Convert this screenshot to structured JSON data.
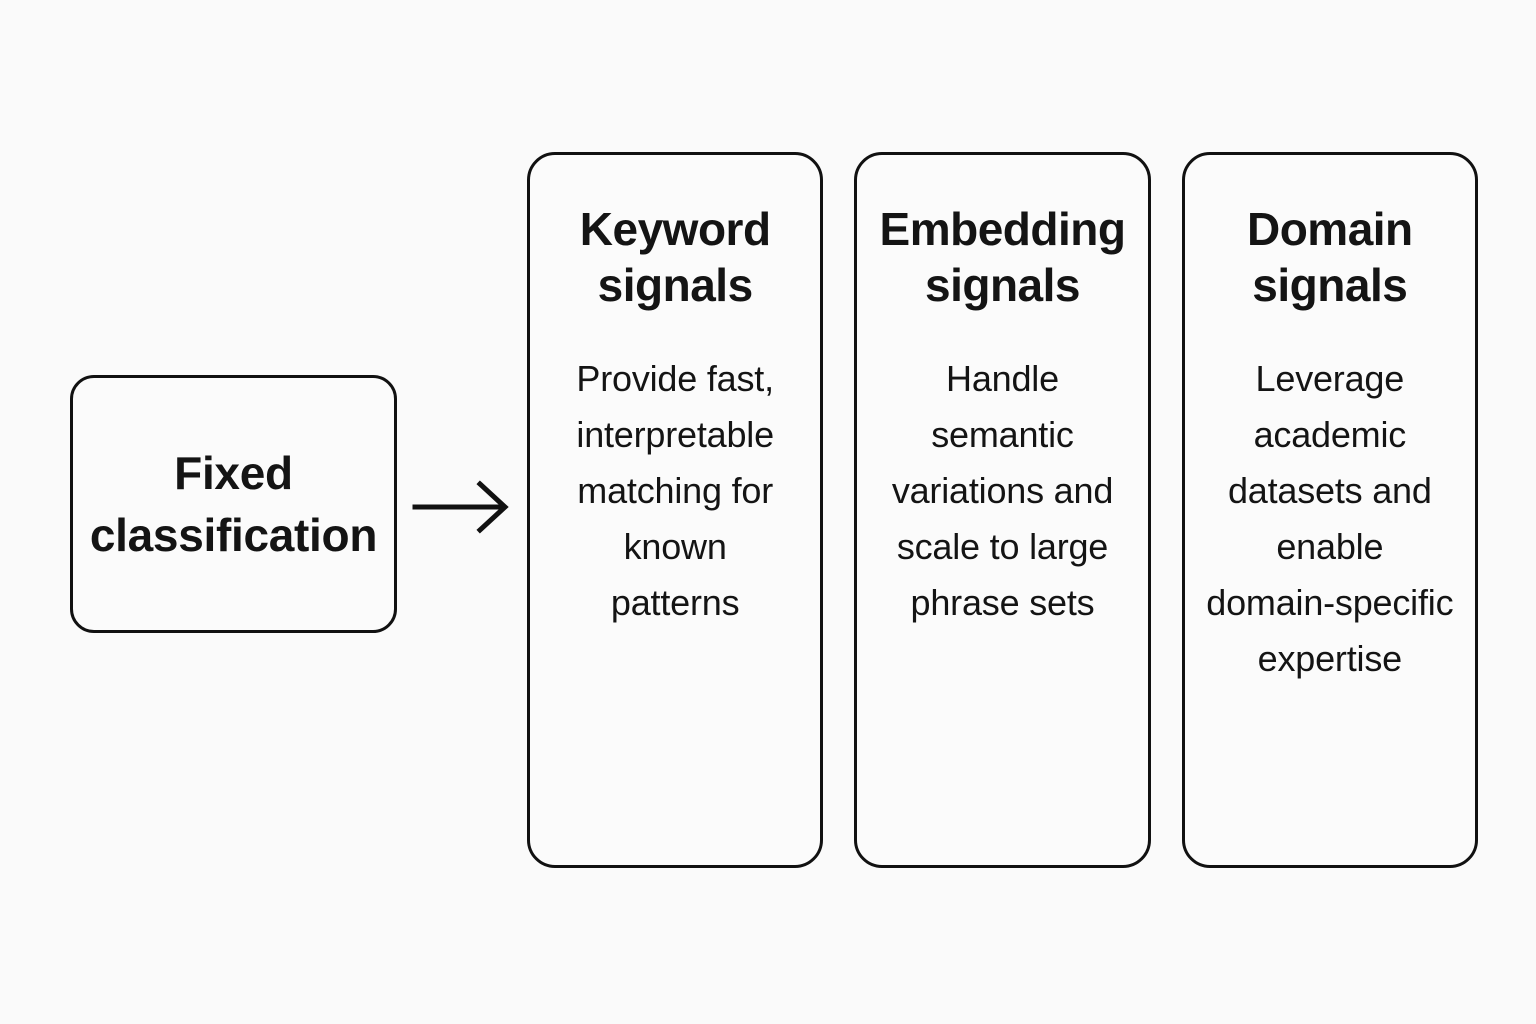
{
  "diagram": {
    "background_color": "#fafafa",
    "stroke_color": "#111111",
    "text_color": "#141414",
    "source": {
      "label": "Fixed\nclassification"
    },
    "connector": {
      "icon": "arrow-right-icon"
    },
    "cards": [
      {
        "title": "Keyword\nsignals",
        "body": "Provide fast,\ninterpretable\nmatching for\nknown\npatterns"
      },
      {
        "title": "Embedding\nsignals",
        "body": "Handle\nsemantic\nvariations and\nscale to large\nphrase sets"
      },
      {
        "title": "Domain\nsignals",
        "body": "Leverage\nacademic\ndatasets and\nenable\ndomain-specific\nexpertise"
      }
    ]
  }
}
